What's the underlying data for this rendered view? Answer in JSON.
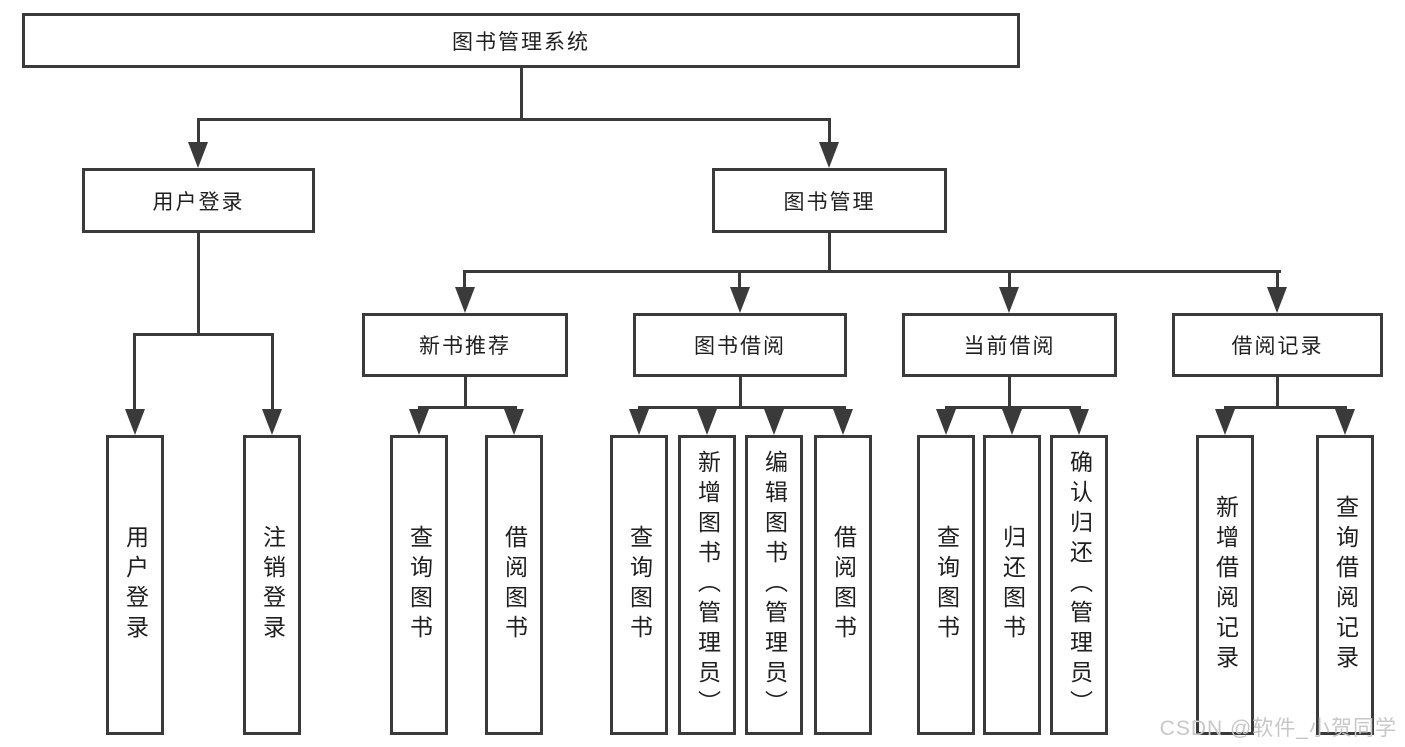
{
  "nodes": {
    "root": "图书管理系统",
    "user_login": "用户登录",
    "book_management": "图书管理",
    "new_book_recommend": "新书推荐",
    "book_borrow": "图书借阅",
    "current_borrow": "当前借阅",
    "borrow_records": "借阅记录",
    "leaf_user_login": "用户登录",
    "leaf_logout": "注销登录",
    "nb_query_books": "查询图书",
    "nb_borrow_books": "借阅图书",
    "bb_query_books": "查询图书",
    "bb_add_books_admin": "新增图书（管理员）",
    "bb_edit_books_admin": "编辑图书（管理员）",
    "bb_borrow_books": "借阅图书",
    "cb_query_books": "查询图书",
    "cb_return_books": "归还图书",
    "cb_confirm_return_admin": "确认归还（管理员）",
    "br_add_record": "新增借阅记录",
    "br_query_record": "查询借阅记录"
  },
  "watermark": "CSDN @软件_小贺同学",
  "colors": {
    "line": "#3a3a3a",
    "text": "#1f1f1f",
    "watermark": "#c7c7c7",
    "background": "#ffffff"
  }
}
